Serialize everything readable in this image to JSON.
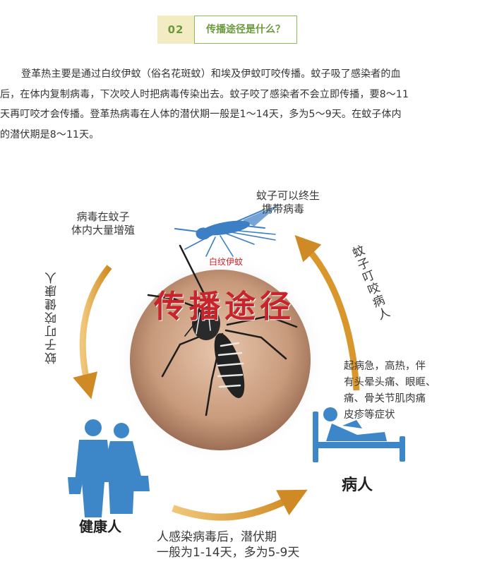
{
  "header": {
    "number": "02",
    "title": "传播途径是什么？"
  },
  "paragraph": {
    "lines": [
      "登革热主要是通过白纹伊蚊（俗名花斑蚊）和埃及伊蚊叮咬传播。蚊子吸了感染者的血",
      "后，在体内复制病毒，下次咬人时把病毒传染出去。蚊子咬了感染者不会立即传播，要8～11",
      "天再叮咬才会传播。登革热病毒在人体的潜伏期一般是1～14天，多为5～9天。在蚊子体内",
      "的潜伏期是8～11天。"
    ]
  },
  "figure": {
    "title": "传播途径",
    "mosquito_label": "白纹伊蚊",
    "lifelong_lines": [
      "蚊子可以终生",
      "携带病毒"
    ],
    "multiply_lines": [
      "病毒在蚊子",
      "体内大量增殖"
    ],
    "bite_healthy": "蚊子叮咬健康人",
    "bite_patient": "蚊子叮咬病人",
    "symptoms_lines": [
      "起病急，高热，伴",
      "有头晕头痛、眼眶、",
      "痛、骨关节肌肉痛",
      "皮疹等症状"
    ],
    "patient_label": "病人",
    "healthy_label": "健康人",
    "incubation_lines": [
      "人感染病毒后，潜伏期",
      "一般为1-14天，多为5-9天"
    ],
    "colors": {
      "arrow": "#d9962b",
      "people": "#3d86c8",
      "title": "#c8242b",
      "header_green": "#6b9a3d"
    }
  }
}
